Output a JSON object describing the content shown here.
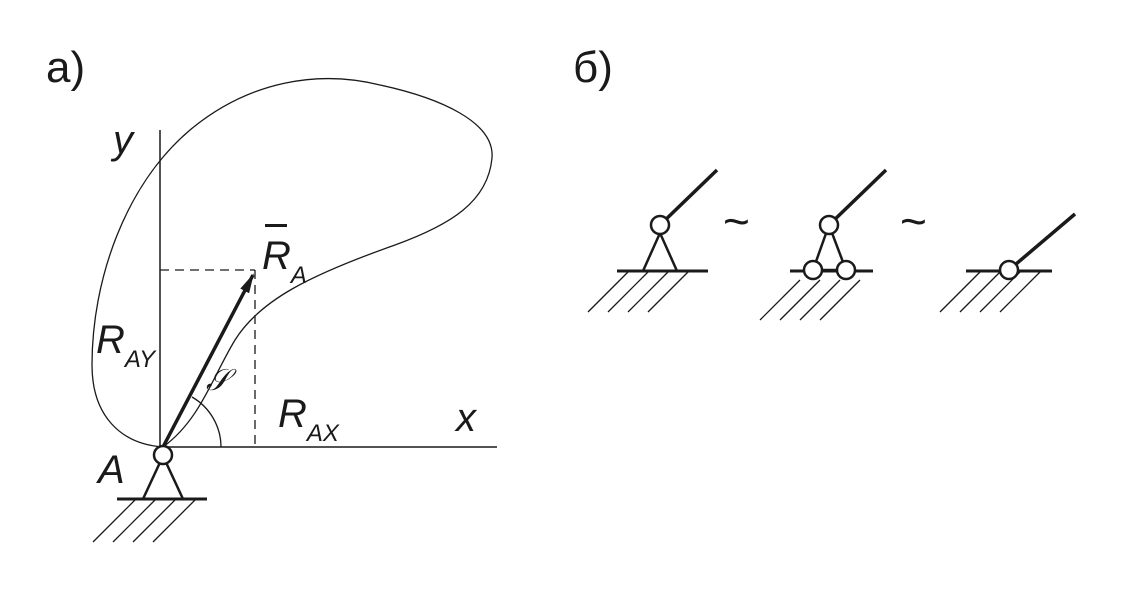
{
  "panel_a": {
    "label": "а)",
    "axis_x": "x",
    "axis_y": "y",
    "point": "A",
    "reaction": {
      "letter": "R",
      "sub": "A"
    },
    "reaction_y": {
      "letter": "R",
      "sub": "AY"
    },
    "reaction_x": {
      "letter": "R",
      "sub": "AX"
    },
    "angle": "𝒮"
  },
  "panel_b": {
    "label": "б)",
    "equiv_1": "~",
    "equiv_2": "~"
  },
  "colors": {
    "stroke": "#1a1a1a",
    "background": "#ffffff"
  }
}
